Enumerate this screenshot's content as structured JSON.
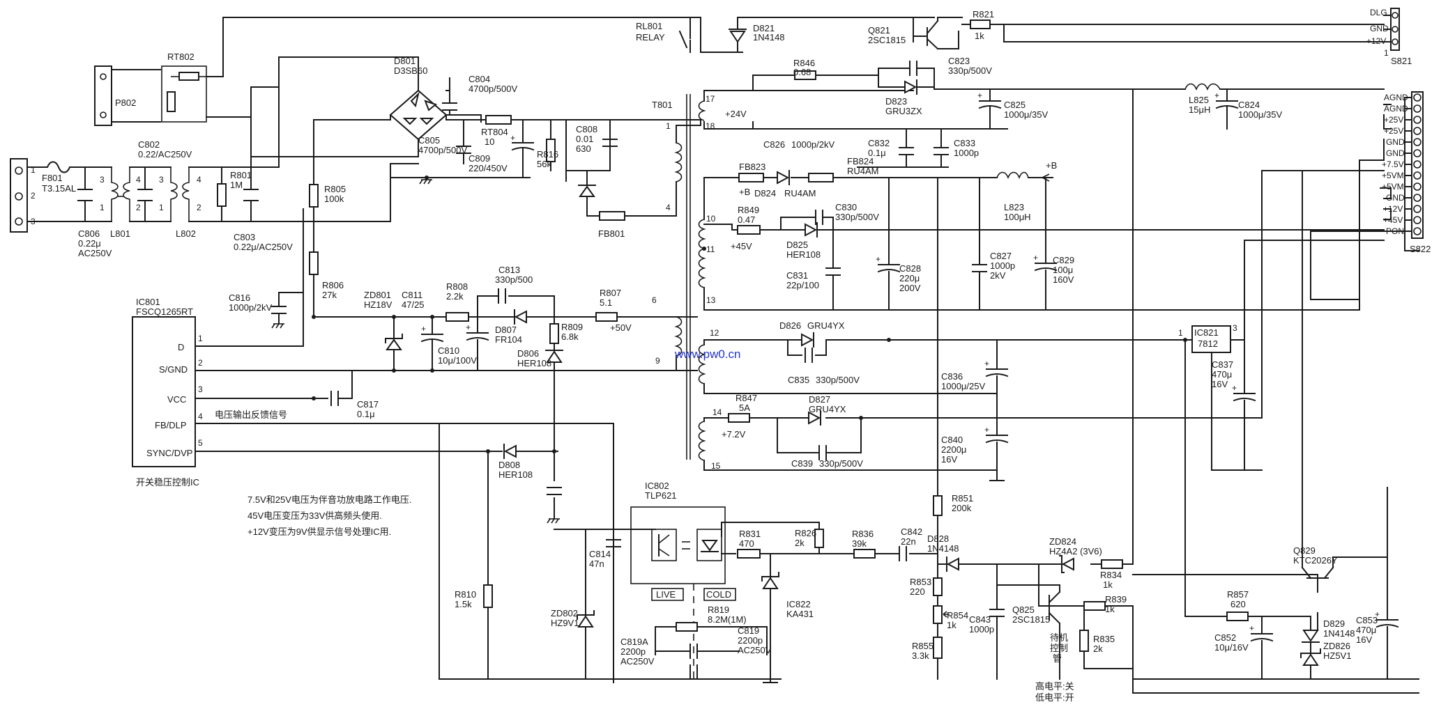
{
  "labels": {
    "rl801": "RL801",
    "relay": "RELAY",
    "d821": "D821",
    "d821_v": "1N4148",
    "q821": "Q821",
    "q821_v": "2SC1815",
    "r821": "R821",
    "r821_v": "1k",
    "s821": "S821",
    "s821_1": "1",
    "s821_pins": [
      "DLG",
      "GND",
      "+12V"
    ],
    "rt802": "RT802",
    "p802": "P802",
    "d801": "D801",
    "d801_v": "D3SB60",
    "c804": "C804",
    "c804_v": "4700p/500V",
    "rt804": "RT804",
    "rt804_v": "10",
    "c805": "C805",
    "c805_v": "4700p/500V",
    "c809": "C809",
    "c809_v": "220/450V",
    "r816": "R816",
    "r816_v": "56k",
    "c808": "C808",
    "c808_v1": "0.01",
    "c808_v2": "630",
    "fb801": "FB801",
    "t801": "T801",
    "c802": "C802",
    "c802_v": "0.22/AC250V",
    "f801": "F801",
    "f801_v": "T3.15AL",
    "c806": "C806",
    "c806_v1": "0.22μ",
    "c806_v2": "AC250V",
    "l801": "L801",
    "l802": "L802",
    "r801": "R801",
    "r801_v": "1M",
    "c803": "C803",
    "c803_v": "0.22μ/AC250V",
    "r805": "R805",
    "r805_v": "100k",
    "r806": "R806",
    "r806_v": "27k",
    "c816": "C816",
    "c816_v": "1000p/2kV",
    "ic801": "IC801",
    "ic801_v": "FSCQ1265RT",
    "ic801_pins": [
      "D",
      "S/GND",
      "VCC",
      "FB/DLP",
      "SYNC/DVP"
    ],
    "ic801_nums": [
      "1",
      "2",
      "3",
      "4",
      "5"
    ],
    "ic801_caption": "开关稳压控制IC",
    "fb_signal": "电压输出反馈信号",
    "zd801": "ZD801",
    "zd801_v": "HZ18V",
    "c811": "C811",
    "c811_v": "47/25",
    "r808": "R808",
    "r808_v": "2.2k",
    "c813": "C813",
    "c813_v": "330p/500",
    "r807": "R807",
    "r807_v": "5.1",
    "d807": "D807",
    "d807_v": "FR104",
    "r809": "R809",
    "r809_v": "6.8k",
    "c810": "C810",
    "c810_v": "10μ/100V",
    "d806": "D806",
    "d806_v": "HER108",
    "plus50": "+50V",
    "pin6": "6",
    "pin9": "9",
    "c817": "C817",
    "c817_v": "0.1μ",
    "d808": "D808",
    "d808_v": "HER108",
    "r810": "R810",
    "r810_v": "1.5k",
    "zd802": "ZD802",
    "zd802_v": "HZ9V1",
    "c814": "C814",
    "c814_v": "47n",
    "ic802": "IC802",
    "ic802_v": "TLP621",
    "live": "LIVE",
    "cold": "COLD",
    "r819": "R819",
    "r819_v": "8.2M(1M)",
    "c819a": "C819A",
    "c819a_v1": "2200p",
    "c819a_v2": "AC250V",
    "c819": "C819",
    "c819_v1": "2200p",
    "c819_v2": "AC250V",
    "r831": "R831",
    "r831_v": "470",
    "r826": "R826",
    "r826_v": "2k",
    "r836": "R836",
    "r836_v": "39k",
    "ic822": "IC822",
    "ic822_v": "KA431",
    "c842": "C842",
    "c842_v": "22n",
    "r851": "R851",
    "r851_v": "200k",
    "d828": "D828",
    "d828_v": "1N4148",
    "r853": "R853",
    "r853_v": "220",
    "r854": "R854",
    "r854_v": "1k",
    "r855": "R855",
    "r855_v": "3.3k",
    "c843": "C843",
    "c843_v": "1000p",
    "zd824": "ZD824",
    "zd824_v": "HZ4A2 (3V6)",
    "r834": "R834",
    "r834_v": "1k",
    "q825": "Q825",
    "q825_v": "2SC1815",
    "r839": "R839",
    "r839_v": "1k",
    "r835": "R835",
    "r835_v": "2k",
    "standby_lines": [
      "待机",
      "控制",
      "管"
    ],
    "level_high": "高电平:关",
    "level_low": "低电平:开",
    "r846": "R846",
    "r846_v": "0.68",
    "c823": "C823",
    "c823_v": "330p/500V",
    "d823": "D823",
    "d823_v": "GRU3ZX",
    "pin17": "17",
    "pin18": "18",
    "plus24": "+24V",
    "c825": "C825",
    "c825_v": "1000μ/35V",
    "l825": "L825",
    "l825_v": "15μH",
    "c824": "C824",
    "c824_v": "1000μ/35V",
    "c826": "C826",
    "c826_v": "1000p/2kV",
    "c832": "C832",
    "c832_v": "0.1μ",
    "c833": "C833",
    "c833_v": "1000p",
    "fb823": "FB823",
    "fb824": "FB824",
    "fb824_v": "RU4AM",
    "d824": "D824",
    "d824_v": "RU4AM",
    "plusB": "+B",
    "plusB2": "+B",
    "r849": "R849",
    "r849_v": "0.47",
    "c830": "C830",
    "c830_v": "330p/500V",
    "d825": "D825",
    "d825_v": "HER108",
    "plus45": "+45V",
    "pin10": "10",
    "pin11": "11",
    "pin13": "13",
    "c831": "C831",
    "c831_v": "22p/100",
    "c828": "C828",
    "c828_v1": "220μ",
    "c828_v2": "200V",
    "l823": "L823",
    "l823_v": "100μH",
    "c827": "C827",
    "c827_v1": "1000p",
    "c827_v2": "2kV",
    "c829": "C829",
    "c829_v1": "100μ",
    "c829_v2": "160V",
    "d826": "D826",
    "d826_v": "GRU4YX",
    "c835": "C835",
    "c835_v": "330p/500V",
    "pin12": "12",
    "c836": "C836",
    "c836_v": "1000μ/25V",
    "r847": "R847",
    "r847_v": "5A",
    "d827": "D827",
    "d827_v": "GRU4YX",
    "pin14": "14",
    "pin15": "15",
    "plus72": "+7.2V",
    "c839": "C839",
    "c839_v": "330p/500V",
    "c840": "C840",
    "c840_v1": "2200μ",
    "c840_v2": "16V",
    "ic821": "IC821",
    "ic821_v": "7812",
    "ic821_p1": "1",
    "ic821_p3": "3",
    "c837": "C837",
    "c837_v1": "470μ",
    "c837_v2": "16V",
    "q829": "Q829",
    "q829_v": "KTC2026Y",
    "r857": "R857",
    "r857_v": "620",
    "c852": "C852",
    "c852_v": "10μ/16V",
    "d829": "D829",
    "d829_v": "1N4148",
    "zd826": "ZD826",
    "zd826_v": "HZ5V1",
    "c853": "C853",
    "c853_v1": "470μ",
    "c853_v2": "16V",
    "s822": "S822",
    "s822_pins": [
      "AGND",
      "AGND",
      "+25V",
      "+25V",
      "GND",
      "GND",
      "+7.5V",
      "+5VM",
      "+5VM",
      "GND",
      "+12V",
      "+45V",
      "PON"
    ],
    "t801_pin1": "1",
    "t801_pin4": "4",
    "l801_4": "4",
    "l801_3": "3",
    "l801_1": "1",
    "l801_2": "2",
    "l802_4": "4",
    "l802_3": "3",
    "l802_1": "1",
    "l802_2": "2",
    "p801_1": "1",
    "p801_2": "2",
    "p801_3": "3",
    "watermark": "www.pw0.cn"
  },
  "notes": [
    "7.5V和25V电压为伴音功放电路工作电压.",
    "45V电压变压为33V供高频头使用.",
    "+12V变压为9V供显示信号处理IC用."
  ]
}
